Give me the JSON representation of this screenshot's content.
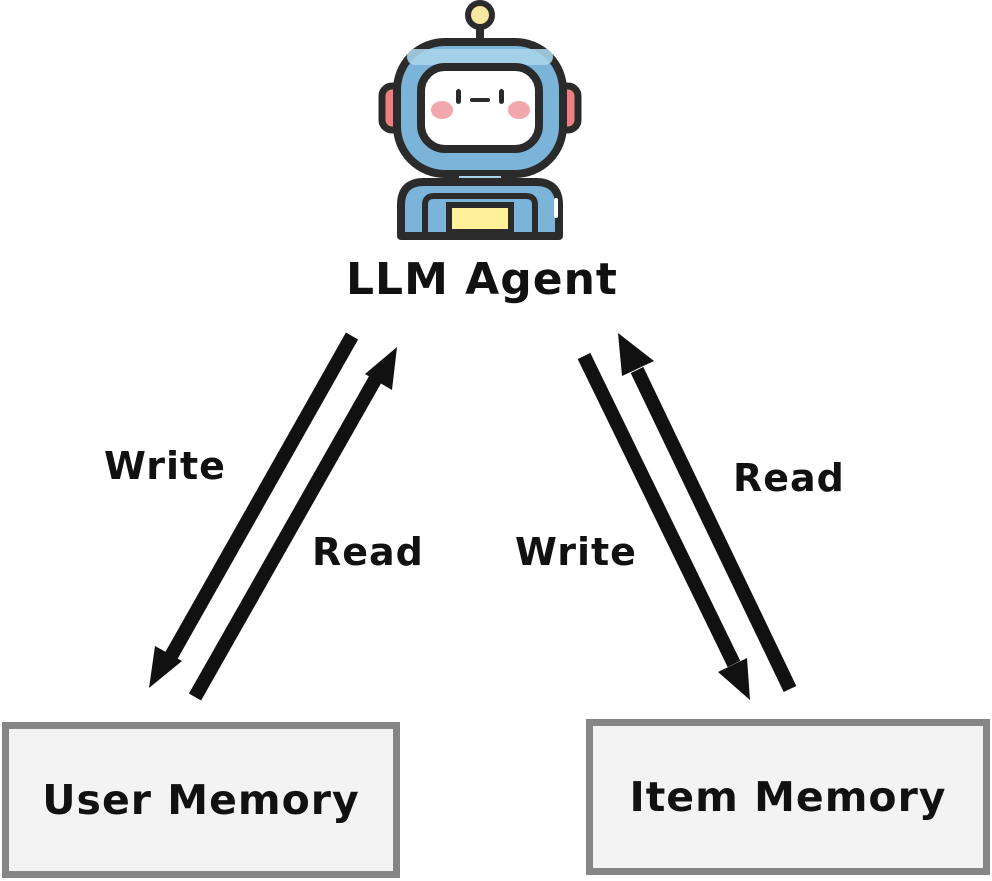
{
  "nodes": {
    "agent": {
      "label": "LLM Agent",
      "icon": "robot-icon"
    },
    "user_memory": {
      "label": "User Memory"
    },
    "item_memory": {
      "label": "Item Memory"
    }
  },
  "edges": {
    "agent_to_user": {
      "label": "Write"
    },
    "user_to_agent": {
      "label": "Read"
    },
    "agent_to_item": {
      "label": "Write"
    },
    "item_to_agent": {
      "label": "Read"
    }
  },
  "colors": {
    "text": "#111111",
    "box_border": "#858585",
    "box_fill": "#f3f3f3",
    "robot_blue": "#7bb4d8",
    "robot_dark": "#2b2b2b",
    "robot_face": "#ffffff",
    "robot_ear": "#ef7f82",
    "robot_cheek": "#f2a6ad",
    "robot_chest": "#fff09a",
    "antenna": "#f6e7a1"
  }
}
